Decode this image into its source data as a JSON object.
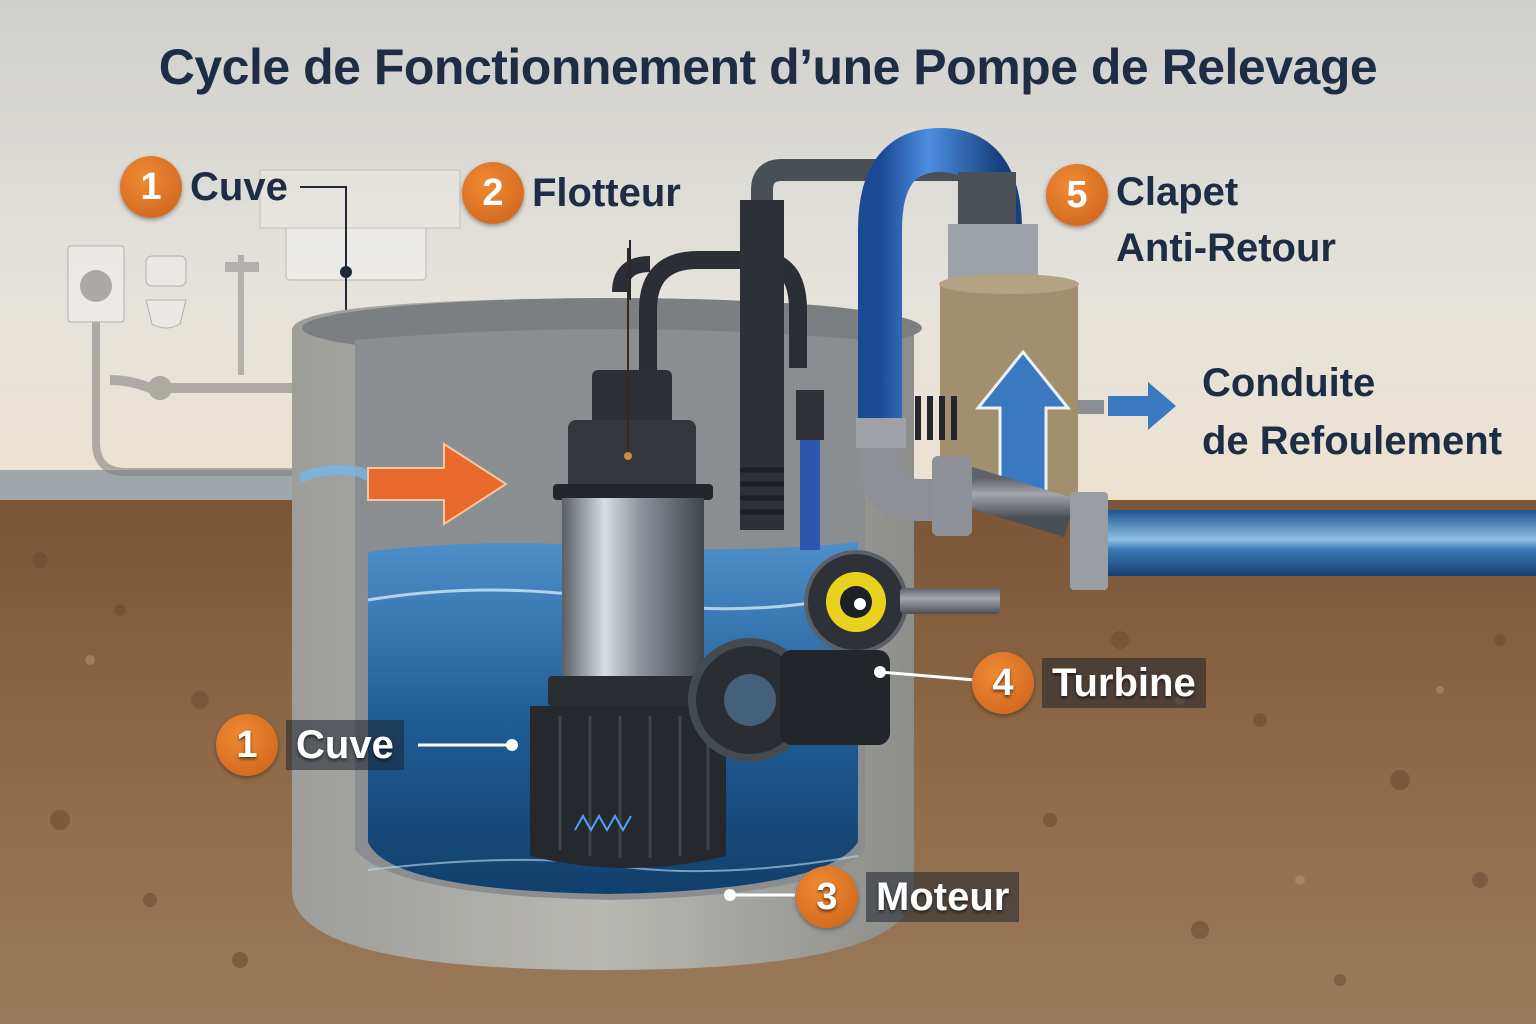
{
  "title": "Cycle de Fonctionnement d’une Pompe de Relevage",
  "colors": {
    "title_text": "#1f2d44",
    "badge_orange": "#e07423",
    "inflow_arrow": "#e8692a",
    "outflow_arrow": "#3a78c0",
    "water": "#2c6aa6",
    "soil": "#8a6442",
    "concrete": "#a8a8a4",
    "blue_pipe": "#2a64b8"
  },
  "labels": [
    {
      "id": "cuve-top",
      "number": "1",
      "text": "Cuve"
    },
    {
      "id": "flotteur",
      "number": "2",
      "text": "Flotteur"
    },
    {
      "id": "clapet",
      "number": "5",
      "text": "Clapet Anti-Retour",
      "lines": [
        "Clapet",
        "Anti-Retour"
      ]
    },
    {
      "id": "conduite",
      "number": "",
      "text": "Conduite de Refoulement",
      "lines": [
        "Conduite",
        "de Refoulement"
      ]
    },
    {
      "id": "turbine",
      "number": "4",
      "text": "Turbine"
    },
    {
      "id": "cuve-inner",
      "number": "1",
      "text": "Cuve"
    },
    {
      "id": "moteur",
      "number": "3",
      "text": "Moteur"
    }
  ],
  "scene": {
    "fixtures": [
      "washing-machine",
      "toilet",
      "shower-mixer",
      "sink"
    ],
    "arrows": [
      {
        "id": "inflow",
        "direction": "right",
        "meaning": "wastewater entering tank"
      },
      {
        "id": "rise",
        "direction": "up",
        "meaning": "water lifted through check valve"
      },
      {
        "id": "discharge",
        "direction": "right",
        "meaning": "discharge to outlet pipe"
      }
    ]
  }
}
